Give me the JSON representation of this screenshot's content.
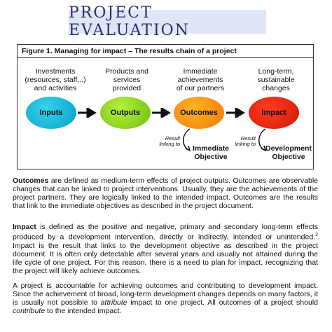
{
  "page_title": "PROJECT EVALUATION",
  "figure": {
    "title": "Figure 1. Managing for impact – The results chain of a project",
    "stages": [
      {
        "label": "Investments\n(resources, staff...)\nand activities",
        "name": "Inputs",
        "color": "#0fb3d8"
      },
      {
        "label": "Products and\nservices\nprovided",
        "name": "Outputs",
        "color": "#8ad41d"
      },
      {
        "label": "Immediate\nachievements\nof our partners",
        "name": "Outcomes",
        "color": "#f89210"
      },
      {
        "label": "Long-term,\nsustainable\nchanges",
        "name": "Impact",
        "color": "#e8270d"
      }
    ],
    "links": [
      {
        "text": "Result\nlinking to",
        "target": "Immediate\nObjective"
      },
      {
        "text": "Result\nlinking to",
        "target": "Development\nObjective"
      }
    ]
  },
  "paragraphs": {
    "outcomes_term": "Outcomes",
    "outcomes_text": " are defined as medium-term effects of project outputs. Outcomes are observable changes that can be linked to project interventions. Usually, they are the achievements of the project partners. They are logically linked to the intended impact. Outcomes are the results that link to the immediate objectives as described in the project document.",
    "impact_term": "Impact",
    "impact_text_a": " is defined as the positive and negative, primary and secondary long-term effects produced by a development intervention, directly or indirectly, intended or unintended.",
    "impact_sup": "2",
    "impact_text_b": " Impact is the result that links to the development objective as described in the project document. It is often only detectable after several years and usually not attained during the life cycle of one project. For this reason, there is a need to plan for impact, recognizing that the project will likely achieve outcomes.",
    "account_a": "A project is accountable for achieving outcomes and contributing to development impact. Since the achievement of broad, long-term development changes depends on many factors, it is usually not possible to ",
    "account_em1": "attribute",
    "account_b": " impact to one project. All outcomes of a project should ",
    "account_em2": "contribute",
    "account_c": " to the intended impact."
  }
}
